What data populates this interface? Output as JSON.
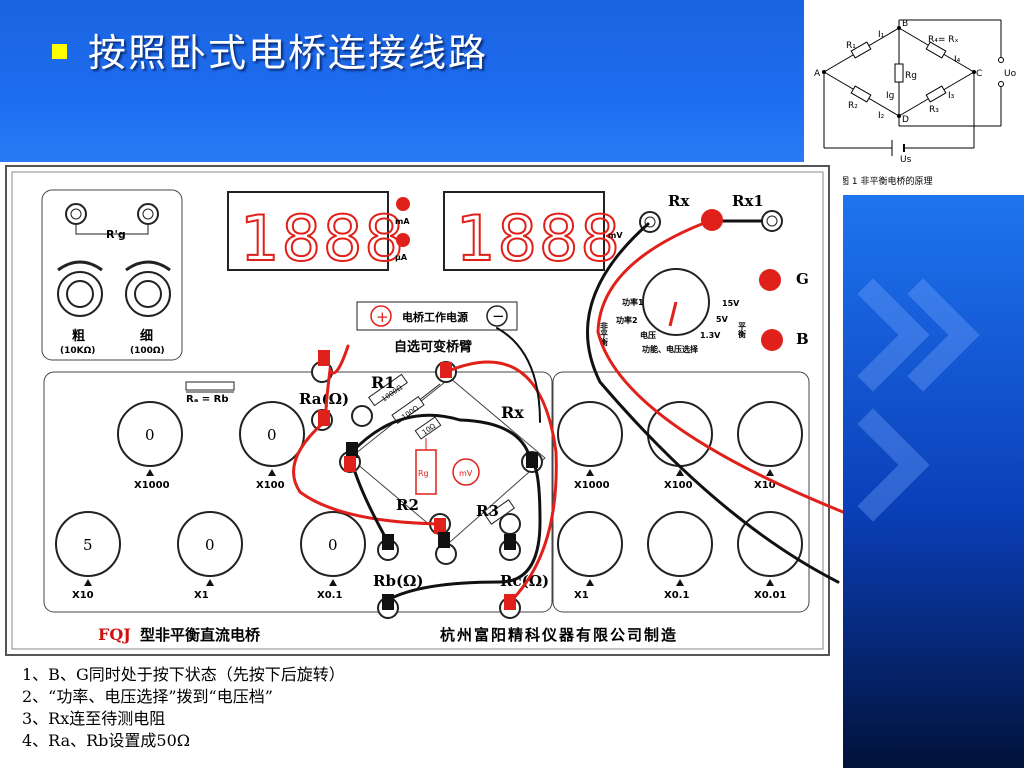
{
  "slide": {
    "title": "按照卧式电桥连接线路",
    "colors": {
      "title_band": "#1e6cf0",
      "bullet": "#ffff00",
      "wire_red": "#e0201a",
      "wire_black": "#111111",
      "panel_text_red": "#d01010"
    }
  },
  "circuit": {
    "node_a": "A",
    "node_b": "B",
    "node_c": "C",
    "node_d": "D",
    "r1": "R₁",
    "r2": "R₂",
    "r3": "R₃",
    "r4": "R₄= Rₓ",
    "rg": "Rg",
    "i1": "I₁",
    "i2": "I₂",
    "i3": "I₃",
    "i4": "I₄",
    "ig": "Ig",
    "uo": "Uo",
    "us": "Us",
    "caption": "图 1   非平衡电桥的原理"
  },
  "apparatus": {
    "rg_terminal": "R'g",
    "knob_coarse": "粗",
    "knob_coarse_sub": "(10KΩ)",
    "knob_fine": "细",
    "knob_fine_sub": "(100Ω)",
    "unit_ma": "mA",
    "unit_ua": "μA",
    "unit_mv": "mV",
    "display_1": "1888",
    "display_2": "1888",
    "bridge_power": "电桥工作电源",
    "plus": "+",
    "minus": "−",
    "optional_arm": "自选可变桥臂",
    "ra_eq_rb": "Rₐ = Rb",
    "r1_label": "R1",
    "ra_label": "Ra(Ω)",
    "rx_label": "Rx",
    "r2_label": "R2",
    "r3_label": "R3",
    "rb_label": "Rb(Ω)",
    "rc_label": "Rc(Ω)",
    "res_1000": "1000Ω",
    "res_100": "100Ω",
    "res_10": "10Ω",
    "rx_top": "Rx",
    "rx1_top": "Rx1",
    "g_label": "G",
    "b_label": "B",
    "selector": {
      "power1": "功率1",
      "power2": "功率2",
      "voltage": "电压",
      "v15": "15V",
      "v5": "5V",
      "v13": "1.3V",
      "unbalanced": "非平衡",
      "balanced": "平衡",
      "func_label": "功能、电压选择"
    },
    "left_dials": [
      {
        "value": "0",
        "mult": "X1000"
      },
      {
        "value": "0",
        "mult": "X100"
      },
      {
        "value": "5",
        "mult": "X10"
      },
      {
        "value": "0",
        "mult": "X1"
      },
      {
        "value": "0",
        "mult": "X0.1"
      }
    ],
    "right_dials": [
      {
        "mult": "X1000"
      },
      {
        "mult": "X100"
      },
      {
        "mult": "X10"
      },
      {
        "mult": "X1"
      },
      {
        "mult": "X0.1"
      },
      {
        "mult": "X0.01"
      }
    ],
    "model": "FQJ",
    "model_name": "型非平衡直流电桥",
    "maker": "杭州富阳精科仪器有限公司制造"
  },
  "instructions": [
    "1、B、G同时处于按下状态（先按下后旋转）",
    "2、“功率、电压选择”拨到“电压档”",
    "3、Rx连至待测电阻",
    "4、Ra、Rb设置成50Ω"
  ]
}
